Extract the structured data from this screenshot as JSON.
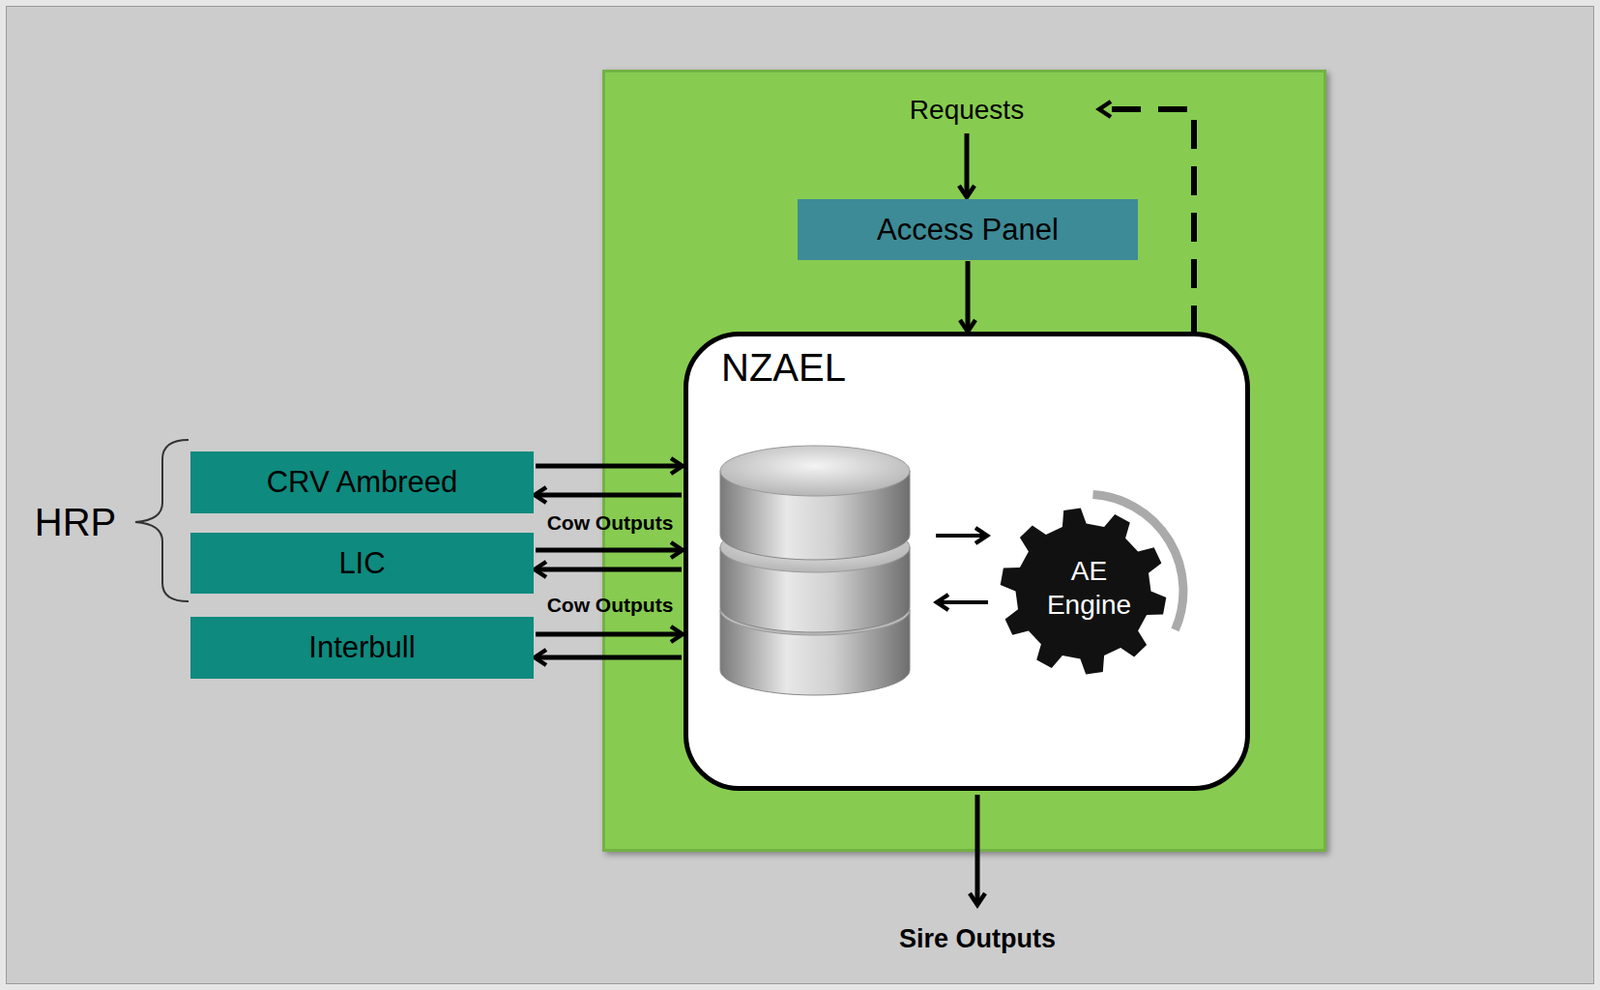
{
  "diagram": {
    "nodes": [
      {
        "text": [
          "Access Panel"
        ]
      },
      {
        "text": [
          "NZAEL"
        ]
      },
      {
        "text": [
          "AE Engine"
        ],
        "in": 1
      },
      {
        "text": [
          "CRV Ambreed"
        ]
      },
      {
        "text": [
          "LIC"
        ]
      },
      {
        "text": [
          "Interbull"
        ]
      }
    ],
    "edges": [
      {
        "from": 0,
        "to": 1,
        "arrow": "to"
      },
      {
        "from": 3,
        "to": 1,
        "arrow": "to"
      },
      {
        "from": 1,
        "to": 3,
        "arrow": "to",
        "label": "Cow Outputs"
      },
      {
        "from": 4,
        "to": 1,
        "arrow": "to"
      },
      {
        "from": 1,
        "to": 4,
        "arrow": "to",
        "label": "Cow Outputs"
      },
      {
        "from": 5,
        "to": 1,
        "arrow": "to"
      },
      {
        "from": 1,
        "to": 5,
        "arrow": "to"
      }
    ],
    "labels": [
      "Requests",
      "HRP",
      "Sire Outputs"
    ]
  }
}
